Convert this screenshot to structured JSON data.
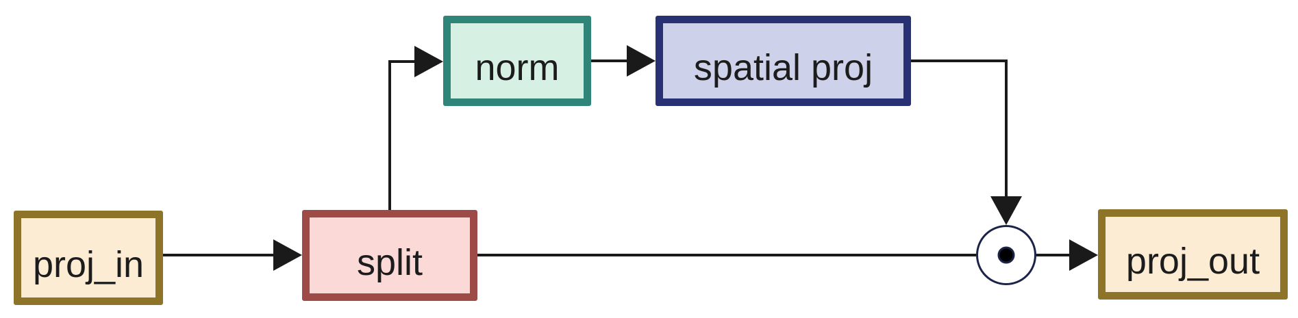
{
  "diagram": {
    "type": "flow-diagram",
    "background_color": "#ffffff",
    "line_color": "#1a1a1a",
    "text_color": "#1c1c1c",
    "nodes": [
      {
        "id": "proj_in",
        "label": "proj_in",
        "border_color": "#8e7428",
        "fill_color": "#fcecd4"
      },
      {
        "id": "split",
        "label": "split",
        "border_color": "#9e4b47",
        "fill_color": "#fbd9d7"
      },
      {
        "id": "norm",
        "label": "norm",
        "border_color": "#2f8577",
        "fill_color": "#d6f0e4"
      },
      {
        "id": "spatial_proj",
        "label": "spatial proj",
        "border_color": "#283173",
        "fill_color": "#cdd1e9"
      },
      {
        "id": "proj_out",
        "label": "proj_out",
        "border_color": "#8e7428",
        "fill_color": "#fcecd4"
      }
    ],
    "operator": {
      "id": "elementwise_multiply",
      "symbol": "⊙",
      "meaning": "element-wise product (dot inside circle)",
      "ring_color": "#1b2347",
      "fill_color": "#ffffff",
      "dot_color": "#000000"
    },
    "edges": [
      {
        "from": "proj_in",
        "to": "split",
        "arrow": true
      },
      {
        "from": "split",
        "to": "norm",
        "arrow": true
      },
      {
        "from": "norm",
        "to": "spatial_proj",
        "arrow": true
      },
      {
        "from": "spatial_proj",
        "to": "elementwise_multiply",
        "arrow": true
      },
      {
        "from": "split",
        "to": "elementwise_multiply",
        "arrow": false
      },
      {
        "from": "elementwise_multiply",
        "to": "proj_out",
        "arrow": true
      }
    ]
  }
}
